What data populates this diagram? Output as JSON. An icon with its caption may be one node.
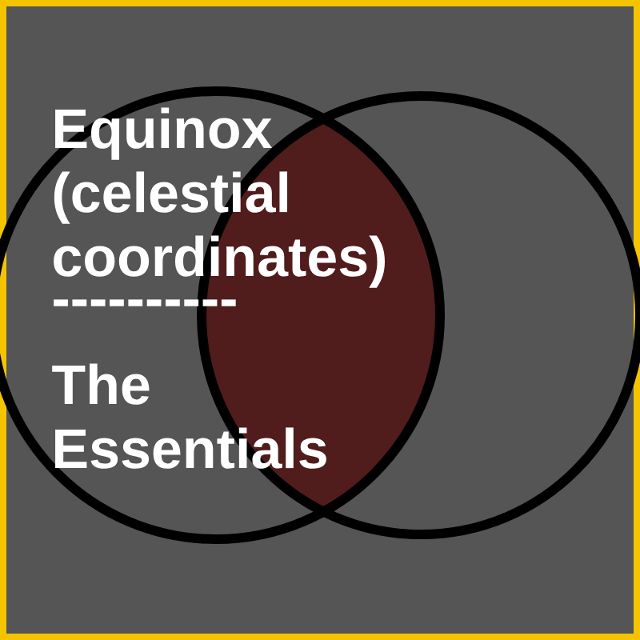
{
  "diagram": {
    "title": "Equinox (celestial coordinates)",
    "nodes": [
      {
        "text": [],
        "shape": "circle"
      },
      {
        "text": [],
        "shape": "circle"
      }
    ],
    "labels": [
      "----------",
      "The Essentials"
    ]
  }
}
